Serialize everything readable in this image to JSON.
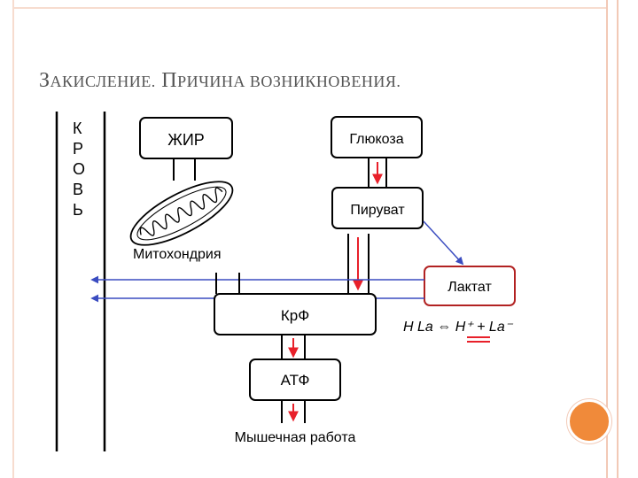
{
  "slide": {
    "title_cap1": "З",
    "title_rest1": "АКИСЛЕНИЕ.",
    "title_cap2": "П",
    "title_rest2": "РИЧИНА ВОЗНИКНОВЕНИЯ."
  },
  "diagram": {
    "blood_label": [
      "К",
      "Р",
      "О",
      "В",
      "Ь"
    ],
    "box_fat": "ЖИР",
    "box_glucose": "Глюкоза",
    "box_pyruvate": "Пируват",
    "box_lactate": "Лактат",
    "box_crp": "КрФ",
    "box_atp": "АТФ",
    "label_mitochondria": "Митохондрия",
    "label_work": "Мышечная работа",
    "equation": "H La ⇔ H⁺ + La⁻",
    "colors": {
      "line": "#000000",
      "arrow_red": "#e8202a",
      "arrow_blue": "#3a4cc0",
      "lactate_border": "#b22222"
    }
  }
}
